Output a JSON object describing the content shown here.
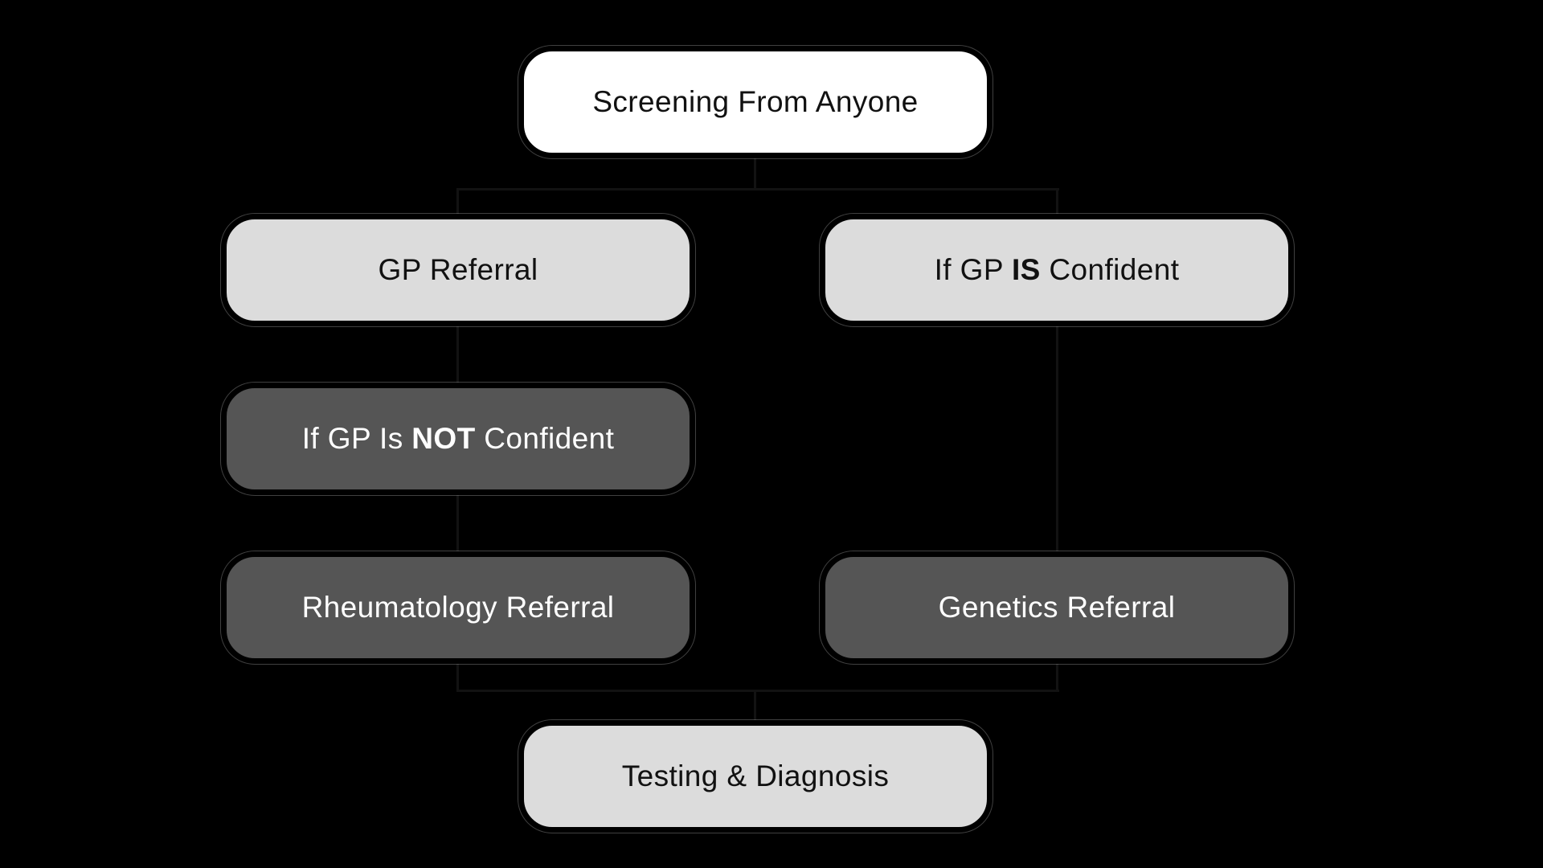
{
  "diagram": {
    "title": "Screening and referral pathway flowchart",
    "background": "#000000",
    "colors": {
      "node_white_bg": "#ffffff",
      "node_light_bg": "#dcdcdc",
      "node_dark_bg": "#555555",
      "text_dark": "#111111",
      "text_light": "#ffffff",
      "node_border": "#000000",
      "node_outline": "rgba(255,255,255,0.25)",
      "connector": "#121212"
    },
    "nodes": [
      {
        "id": "screening",
        "variant": "white",
        "label": "Screening From Anyone",
        "parts": [
          {
            "t": "Screening From Anyone",
            "b": false
          }
        ]
      },
      {
        "id": "gp-referral",
        "variant": "light",
        "label": "GP Referral",
        "parts": [
          {
            "t": "GP Referral",
            "b": false
          }
        ]
      },
      {
        "id": "gp-is-confident",
        "variant": "light",
        "label": "If GP IS Confident",
        "parts": [
          {
            "t": "If GP ",
            "b": false
          },
          {
            "t": "IS",
            "b": true
          },
          {
            "t": " Confident",
            "b": false
          }
        ]
      },
      {
        "id": "gp-not-confident",
        "variant": "dark",
        "label": "If GP Is NOT Confident",
        "parts": [
          {
            "t": "If GP Is ",
            "b": false
          },
          {
            "t": "NOT",
            "b": true
          },
          {
            "t": " Confident",
            "b": false
          }
        ]
      },
      {
        "id": "rheumatology-referral",
        "variant": "dark",
        "label": "Rheumatology Referral",
        "parts": [
          {
            "t": "Rheumatology Referral",
            "b": false
          }
        ]
      },
      {
        "id": "genetics-referral",
        "variant": "dark",
        "label": "Genetics Referral",
        "parts": [
          {
            "t": "Genetics Referral",
            "b": false
          }
        ]
      },
      {
        "id": "testing-diagnosis",
        "variant": "light",
        "label": "Testing & Diagnosis",
        "parts": [
          {
            "t": "Testing & Diagnosis",
            "b": false
          }
        ]
      }
    ],
    "edges": [
      {
        "from": "screening",
        "to": "gp-referral"
      },
      {
        "from": "screening",
        "to": "gp-is-confident"
      },
      {
        "from": "gp-referral",
        "to": "gp-not-confident"
      },
      {
        "from": "gp-not-confident",
        "to": "rheumatology-referral"
      },
      {
        "from": "gp-is-confident",
        "to": "genetics-referral"
      },
      {
        "from": "rheumatology-referral",
        "to": "testing-diagnosis"
      },
      {
        "from": "genetics-referral",
        "to": "testing-diagnosis"
      }
    ]
  }
}
